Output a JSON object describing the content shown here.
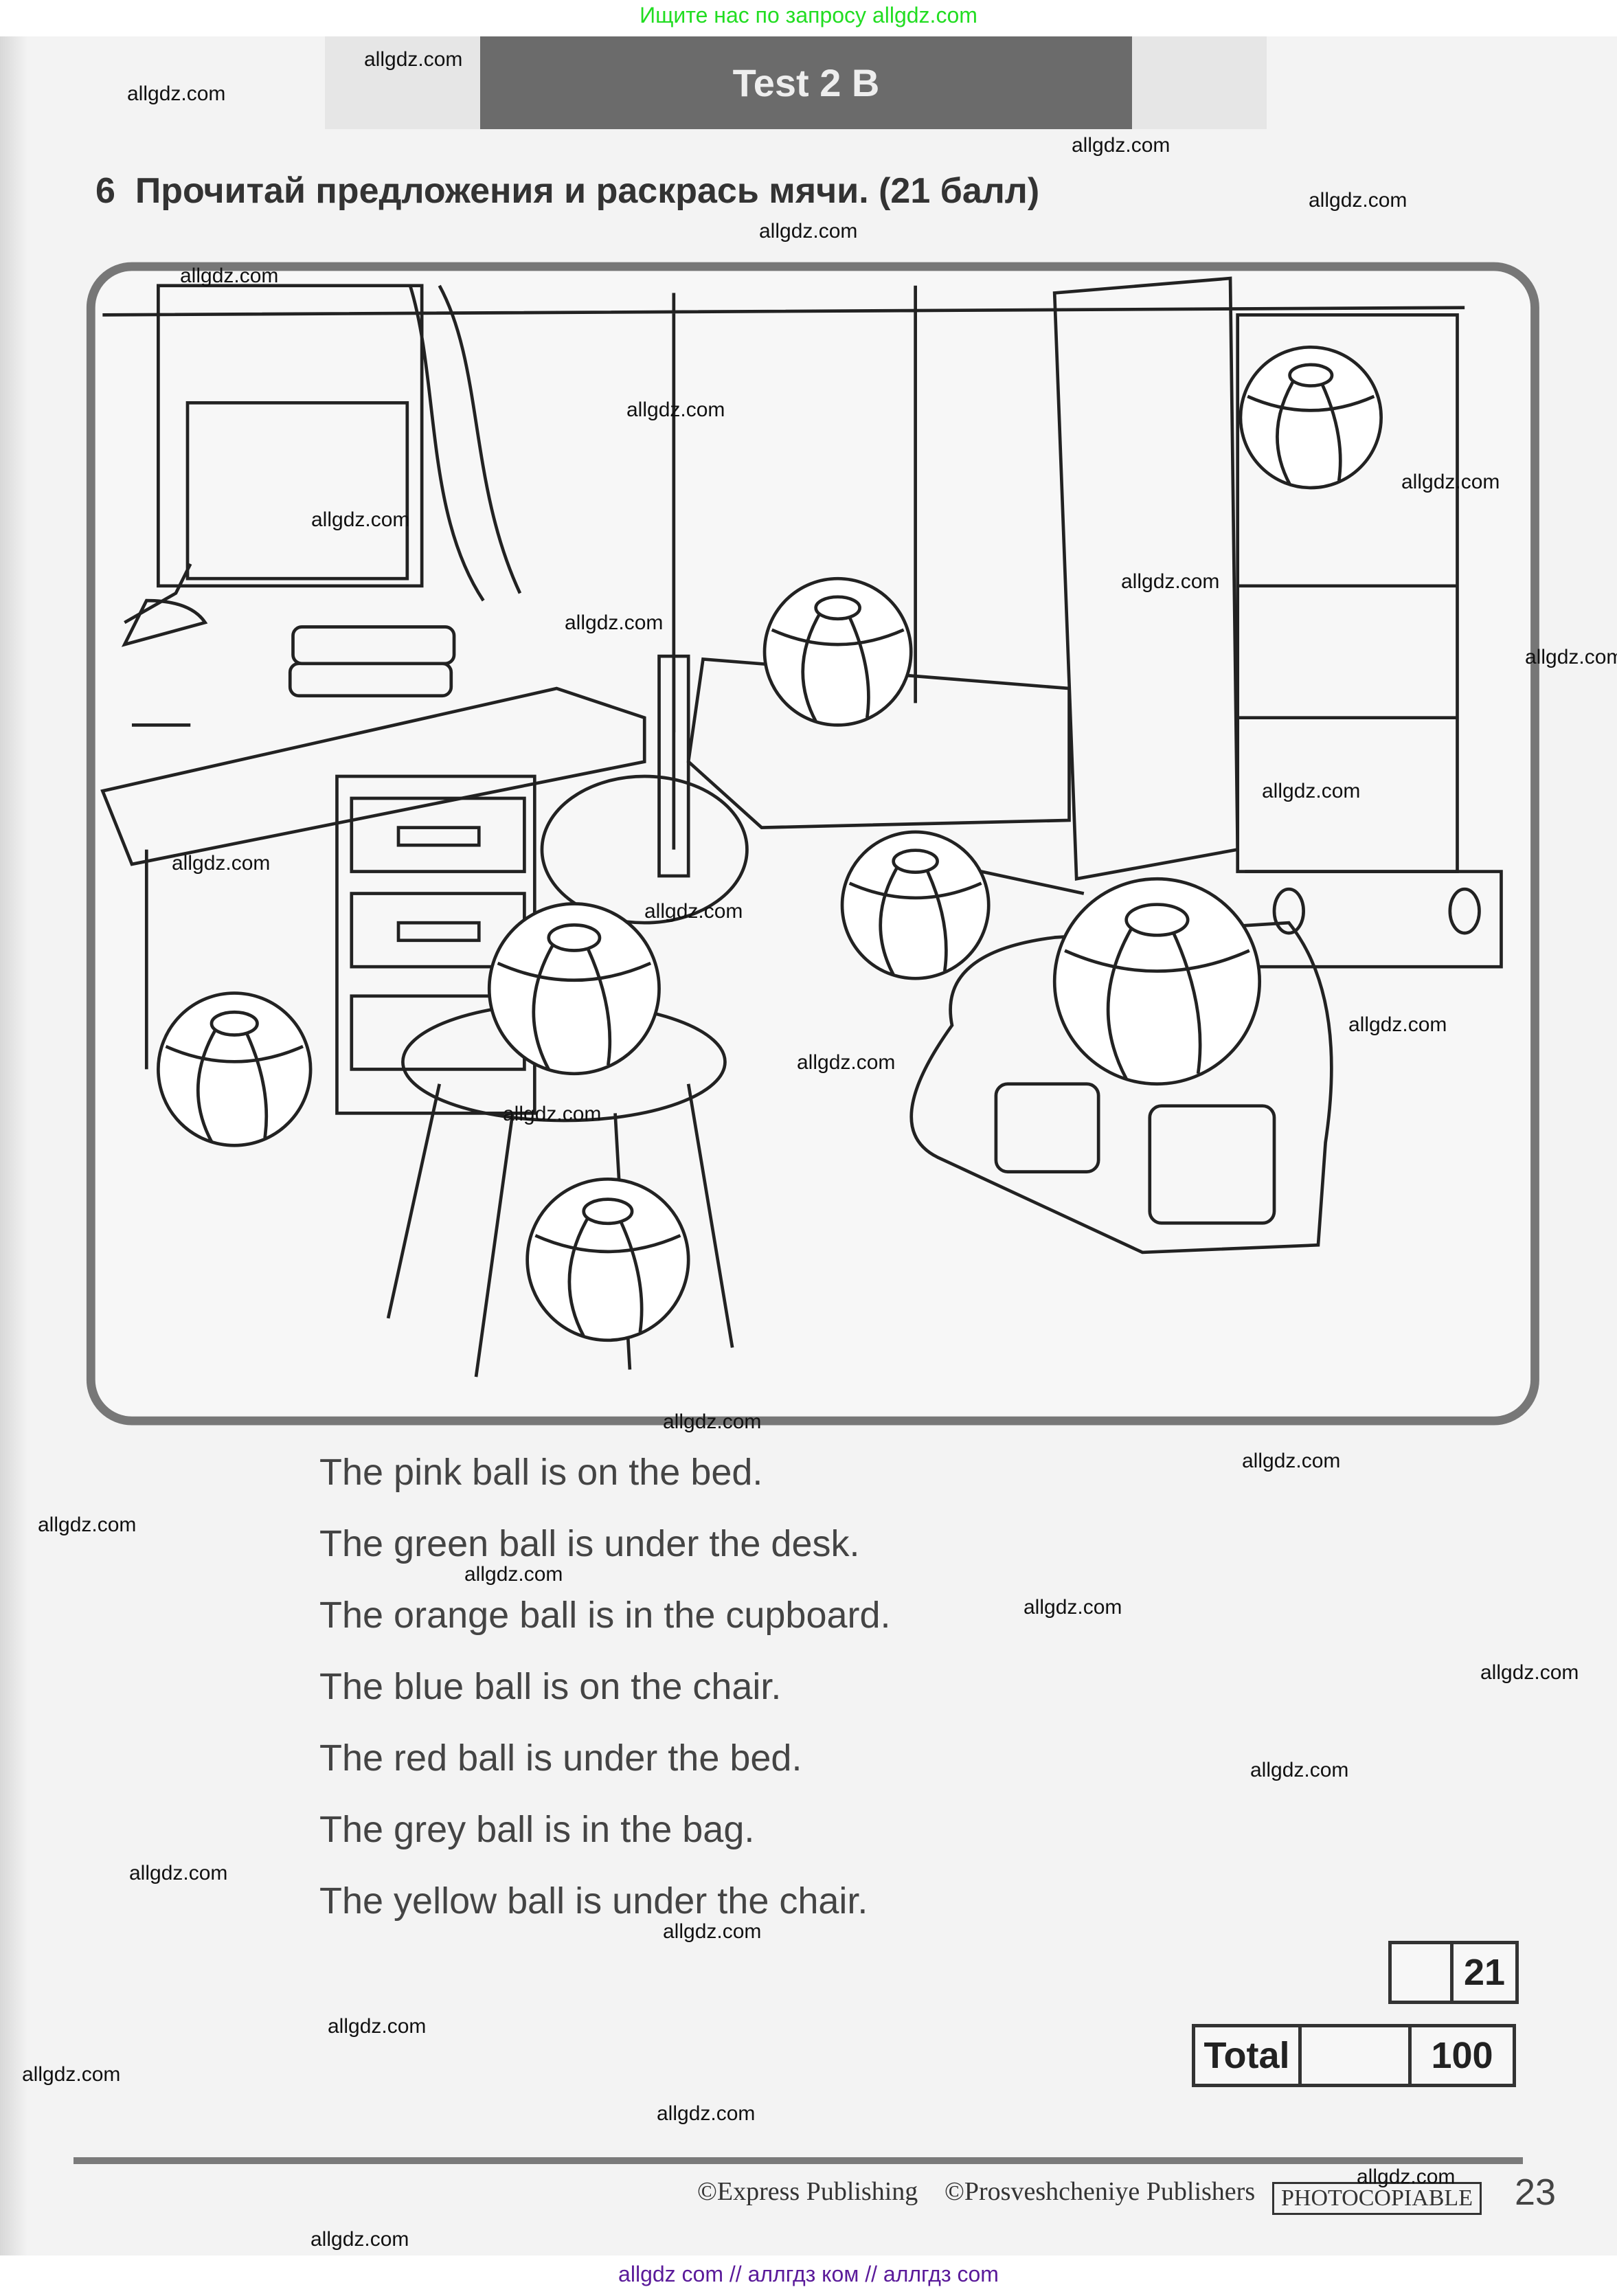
{
  "top_banner": "Ищите нас по запросу allgdz.com",
  "header": {
    "title": "Test 2 B"
  },
  "task": {
    "number": "6",
    "instruction": "Прочитай предложения и раскрась мячи. (21 балл)"
  },
  "sentences": [
    "The pink ball is on the bed.",
    "The green ball is under the desk.",
    "The orange ball is in the cupboard.",
    "The blue ball is on the chair.",
    "The red ball is under the bed.",
    "The grey ball is in the bag.",
    "The yellow ball is under the chair."
  ],
  "score": {
    "task_max": "21",
    "total_label": "Total",
    "total_max": "100",
    "task_score": "",
    "total_score": ""
  },
  "footer": {
    "publisher1": "©Express Publishing",
    "publisher2": "©Prosveshcheniye Publishers",
    "photocopiable": "PHOTOCOPIABLE",
    "page_number": "23"
  },
  "watermark": "allgdz.com",
  "bottom_banner": "allgdz com  //  аллгдз ком  //  аллгдз com",
  "colors": {
    "header_bg": "#6b6b6b",
    "top_banner": "#22dd22",
    "bottom_banner": "#5a1a9a"
  }
}
